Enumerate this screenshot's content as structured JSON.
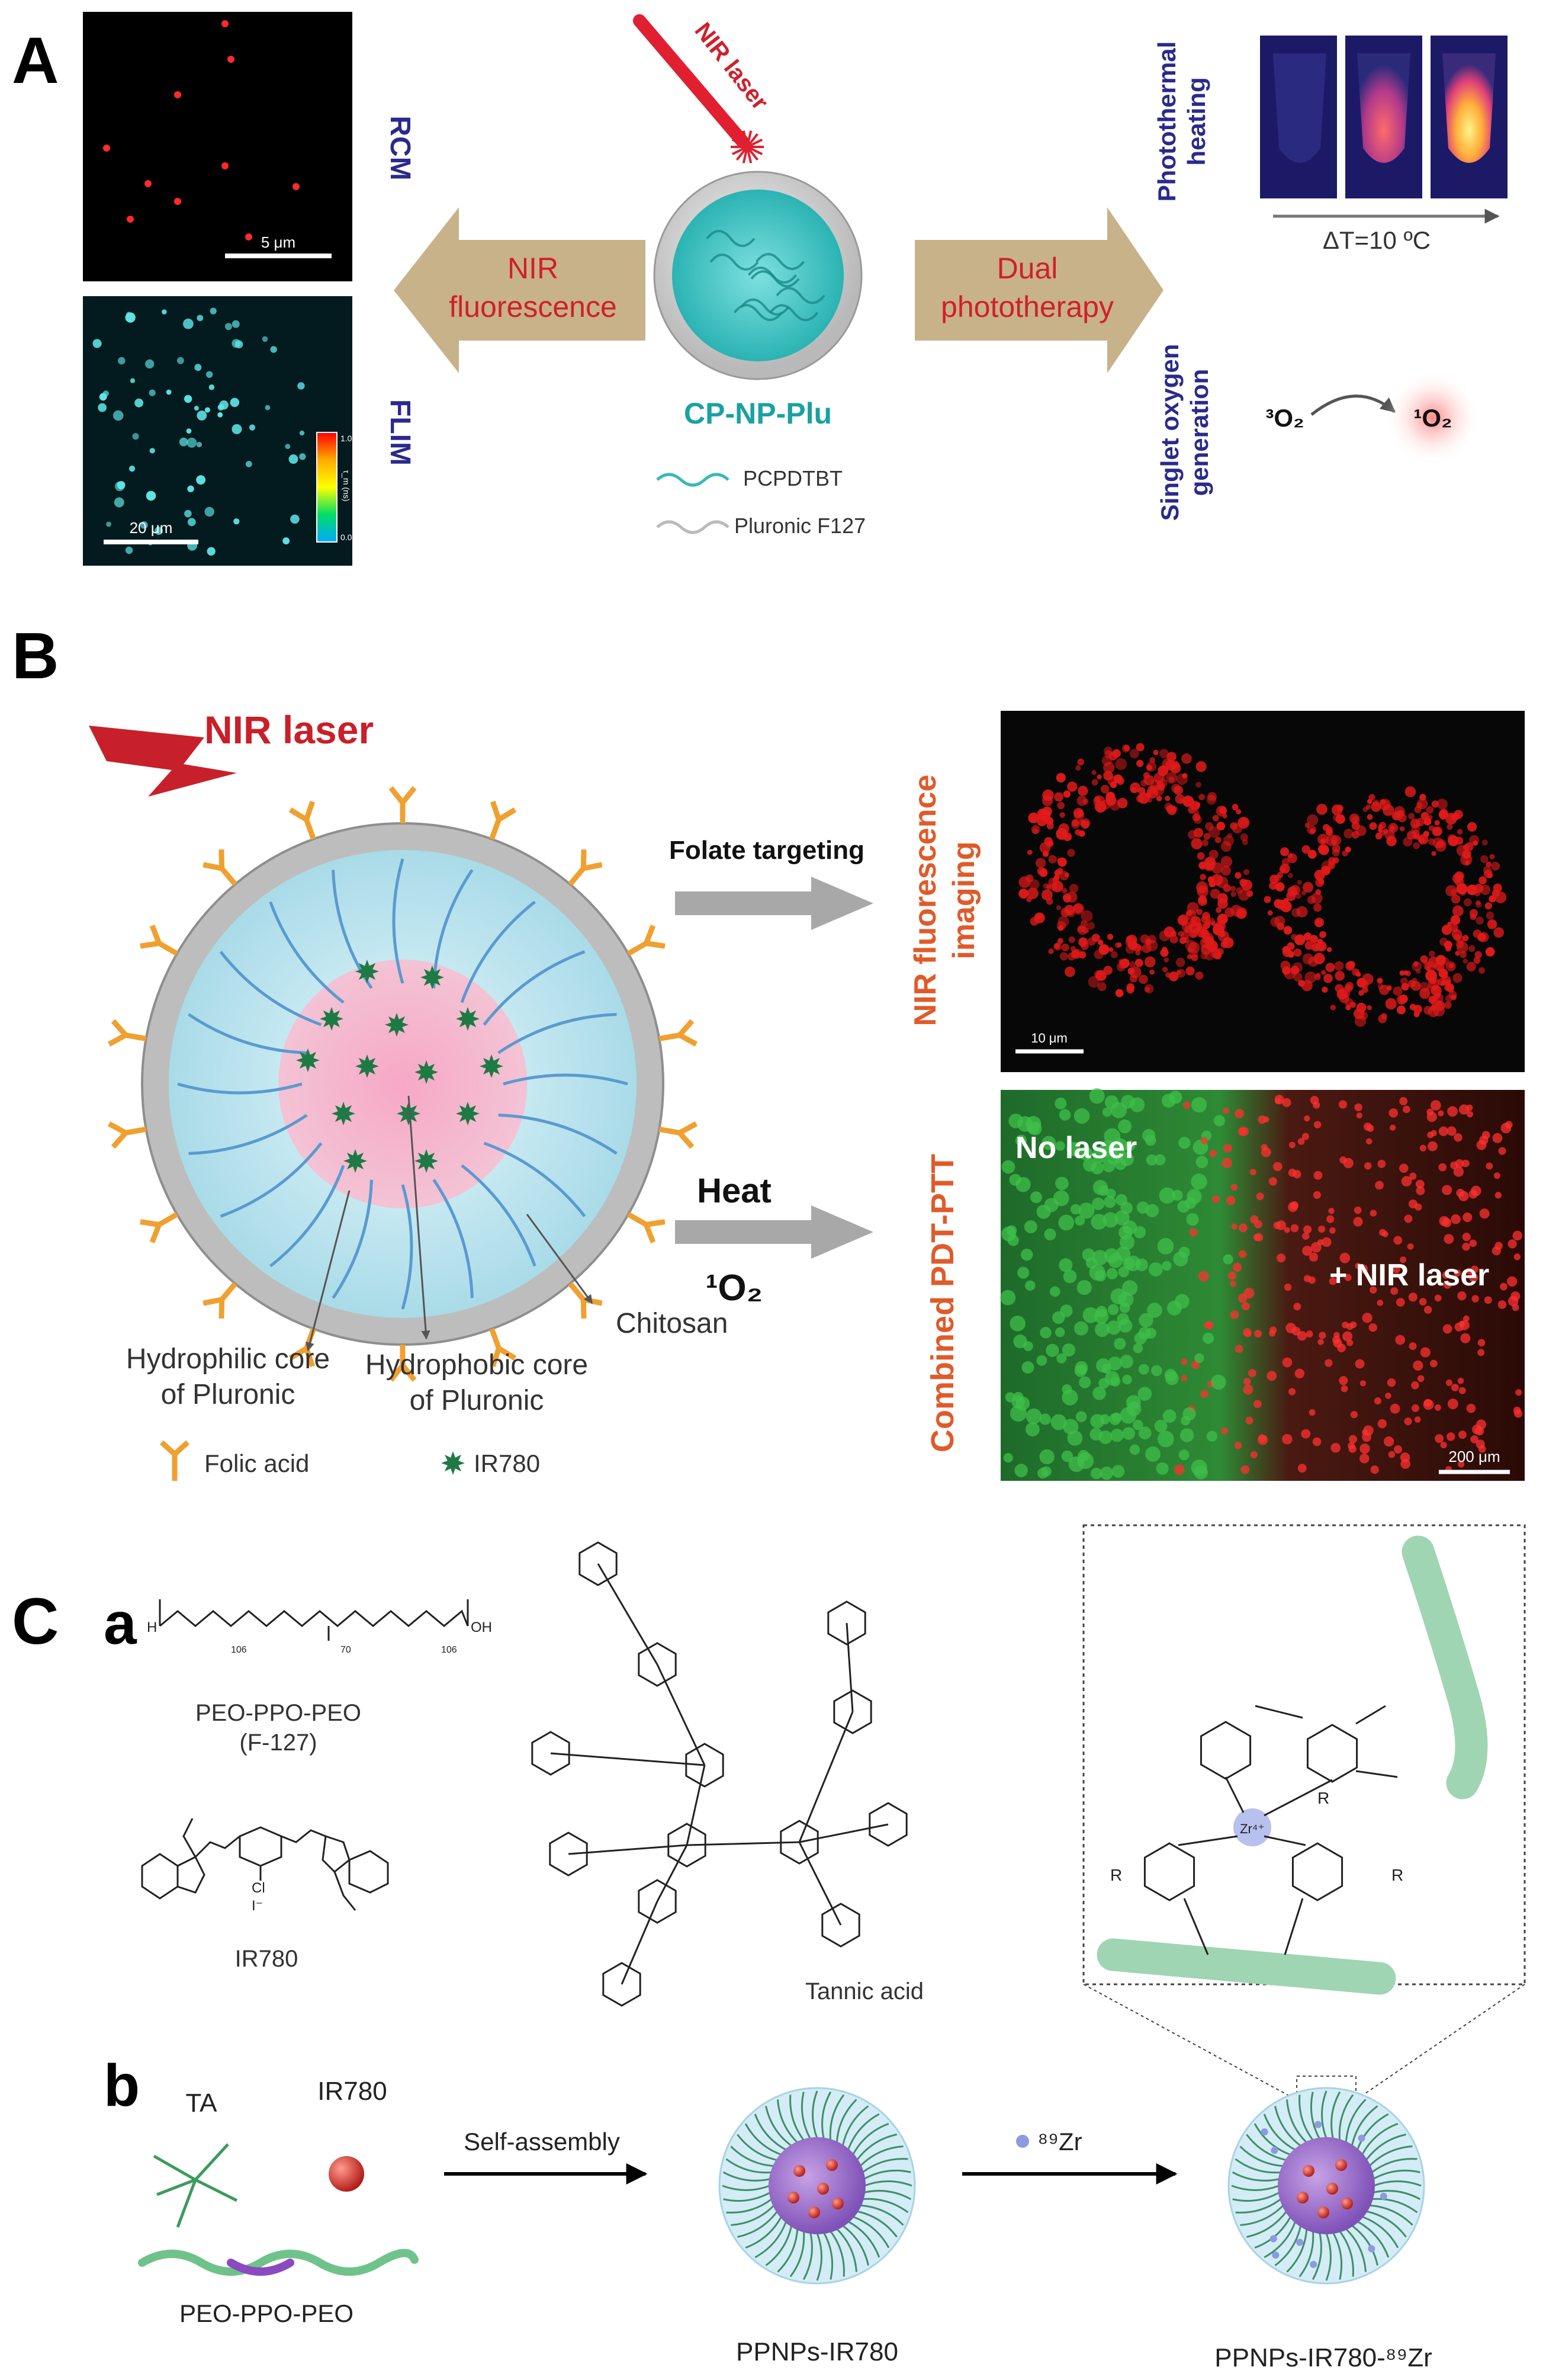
{
  "panel_a": {
    "letter": "A",
    "rcm_label": "RCM",
    "rcm_scale": "5 μm",
    "flim_label": "FLIM",
    "flim_scale": "20 μm",
    "flim_colorbar_label": "τ_m (ns)",
    "colorbar_max": "1.0",
    "colorbar_min": "0.0",
    "laser_label": "NIR laser",
    "left_arrow_line1": "NIR",
    "left_arrow_line2": "fluorescence",
    "right_arrow_line1": "Dual",
    "right_arrow_line2": "phototherapy",
    "np_name": "CP-NP-Plu",
    "legend1": "PCPDTBT",
    "legend2": "Pluronic F127",
    "photothermal_line1": "Photothermal",
    "photothermal_line2": "heating",
    "delta_t": "ΔT=10 ºC",
    "singlet_line1": "Singlet oxygen",
    "singlet_line2": "generation",
    "triplet_o2": "³O₂",
    "singlet_o2": "¹O₂"
  },
  "panel_b": {
    "letter": "B",
    "laser_label": "NIR laser",
    "folate": "Folate targeting",
    "nir_imaging_line1": "NIR fluorescence",
    "nir_imaging_line2": "imaging",
    "heat": "Heat",
    "singlet_o2": "¹O₂",
    "combined": "Combined PDT-PTT",
    "no_laser": "No laser",
    "plus_laser": "+ NIR laser",
    "scale_top": "10 μm",
    "scale_bottom": "200 μm",
    "chitosan": "Chitosan",
    "hydrophilic_line1": "Hydrophilic core",
    "hydrophilic_line2": "of Pluronic",
    "hydrophobic_line1": "Hydrophobic core",
    "hydrophobic_line2": "of Pluronic",
    "folic_acid": "Folic acid",
    "ir780": "IR780"
  },
  "panel_c": {
    "letter": "C",
    "sub_a": "a",
    "sub_b": "b",
    "peo_name": "PEO-PPO-PEO",
    "f127": "(F-127)",
    "ir780_name": "IR780",
    "tannic_acid": "Tannic acid",
    "ta": "TA",
    "ir780_b": "IR780",
    "peo_b": "PEO-PPO-PEO",
    "self_assembly": "Self-assembly",
    "zr_label": "⁸⁹Zr",
    "np1": "PPNPs-IR780",
    "np2": "PPNPs-IR780-⁸⁹Zr",
    "sub_106a": "106",
    "sub_70": "70",
    "sub_106b": "106",
    "h": "H",
    "oh": "OH",
    "cl": "Cl",
    "iodide": "I⁻",
    "zr4": "Zr⁴⁺",
    "r": "R"
  },
  "colors": {
    "teal": "#1aa1a1",
    "navy": "#2a2a8c",
    "arrow_tan": "#c8b28a",
    "red": "#d0202a",
    "orange": "#e05a2a",
    "folate": "#f0a030",
    "green": "#2e7d4f"
  }
}
